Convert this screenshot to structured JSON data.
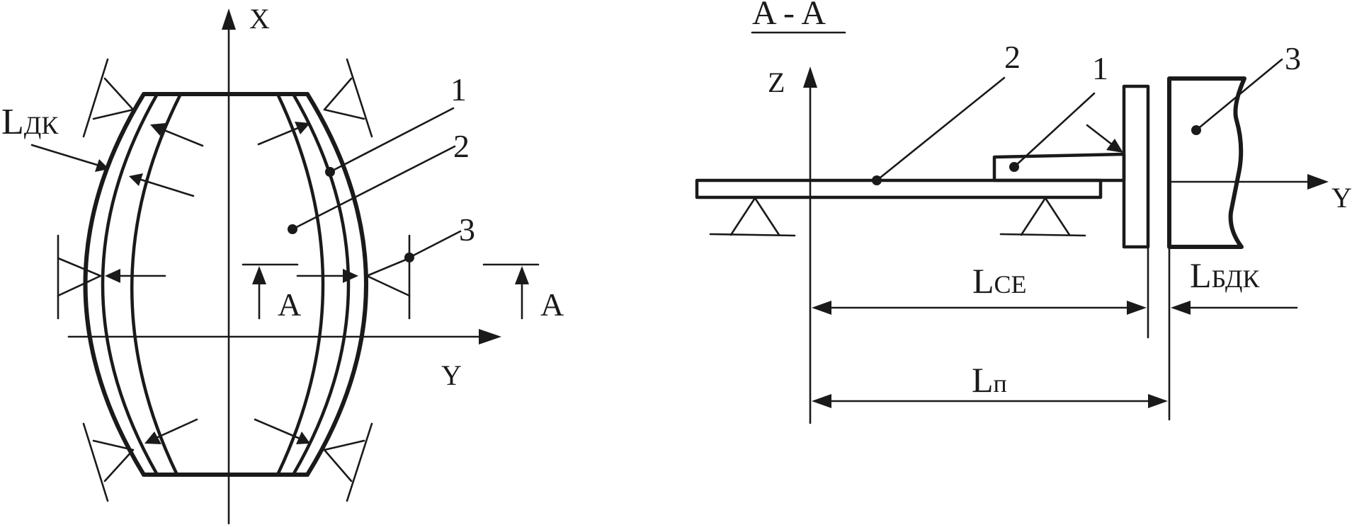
{
  "left_view": {
    "axis_x_label": "X",
    "axis_y_label": "Y",
    "label_ldk": "L",
    "label_ldk_sub": "ДК",
    "callout_1": "1",
    "callout_2": "2",
    "callout_3": "3",
    "section_mark_left": "A",
    "section_mark_right": "A"
  },
  "right_view": {
    "section_title": "A - A",
    "axis_z_label": "Z",
    "axis_y_label": "Y",
    "callout_1": "1",
    "callout_2": "2",
    "callout_3": "3",
    "dim_lce": "L",
    "dim_lce_sub": "СЕ",
    "dim_lbdk": "L",
    "dim_lbdk_sub": "БДК",
    "dim_lp": "L",
    "dim_lp_sub": "п"
  }
}
